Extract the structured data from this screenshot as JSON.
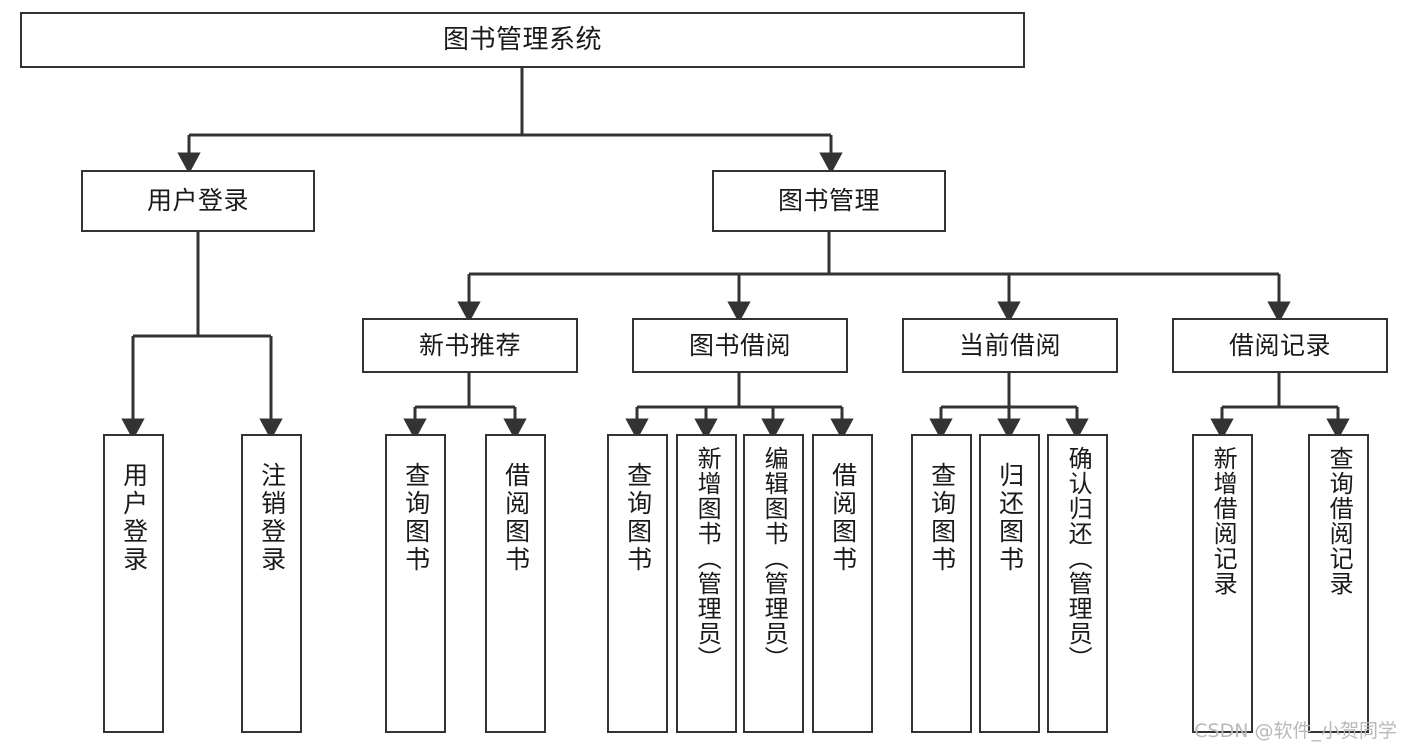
{
  "diagram": {
    "title": "图书管理系统",
    "type": "tree-hierarchy-chart",
    "watermark": "CSDN @软件_小贺同学",
    "colors": {
      "border": "#333333",
      "fill": "#ffffff",
      "text": "#1a1a1a",
      "edge": "#333333",
      "watermark": "#b9b9b9"
    },
    "nodes": {
      "root": {
        "label": "图书管理系统"
      },
      "level2": [
        {
          "id": "user-login",
          "label": "用户登录"
        },
        {
          "id": "book-manage",
          "label": "图书管理"
        }
      ],
      "level3": [
        {
          "id": "new-book-recommend",
          "label": "新书推荐"
        },
        {
          "id": "book-borrow",
          "label": "图书借阅"
        },
        {
          "id": "current-borrow",
          "label": "当前借阅"
        },
        {
          "id": "borrow-record",
          "label": "借阅记录"
        }
      ],
      "leaves": {
        "user_login": [
          {
            "id": "leaf-user-login",
            "label": "用户登录"
          },
          {
            "id": "leaf-logout",
            "label": "注销登录"
          }
        ],
        "new_book_recommend": [
          {
            "id": "leaf-query-book-1",
            "label": "查询图书"
          },
          {
            "id": "leaf-borrow-book-1",
            "label": "借阅图书"
          }
        ],
        "book_borrow": [
          {
            "id": "leaf-query-book-2",
            "label": "查询图书"
          },
          {
            "id": "leaf-add-book",
            "label": "新增图书（管理员）"
          },
          {
            "id": "leaf-edit-book",
            "label": "编辑图书（管理员）"
          },
          {
            "id": "leaf-borrow-book-2",
            "label": "借阅图书"
          }
        ],
        "current_borrow": [
          {
            "id": "leaf-query-book-3",
            "label": "查询图书"
          },
          {
            "id": "leaf-return-book",
            "label": "归还图书"
          },
          {
            "id": "leaf-confirm-return",
            "label": "确认归还（管理员）"
          }
        ],
        "borrow_record": [
          {
            "id": "leaf-add-record",
            "label": "新增借阅记录"
          },
          {
            "id": "leaf-query-record",
            "label": "查询借阅记录"
          }
        ]
      }
    }
  }
}
